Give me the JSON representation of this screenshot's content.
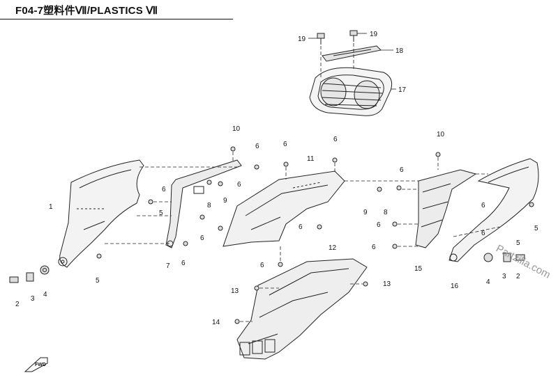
{
  "diagram": {
    "title": "F04-7塑料件Ⅶ/PLASTICS Ⅶ",
    "watermark": "Partzilla.com",
    "direction_arrow": "FWD",
    "callouts": [
      {
        "id": "c19a",
        "text": "19"
      },
      {
        "id": "c19b",
        "text": "19"
      },
      {
        "id": "c18",
        "text": "18"
      },
      {
        "id": "c17",
        "text": "17"
      },
      {
        "id": "c10a",
        "text": "10"
      },
      {
        "id": "c10b",
        "text": "10"
      },
      {
        "id": "c6a",
        "text": "6"
      },
      {
        "id": "c6b",
        "text": "6"
      },
      {
        "id": "c6c",
        "text": "6"
      },
      {
        "id": "c6d",
        "text": "6"
      },
      {
        "id": "c6e",
        "text": "6"
      },
      {
        "id": "c6f",
        "text": "6"
      },
      {
        "id": "c6g",
        "text": "6"
      },
      {
        "id": "c6h",
        "text": "6"
      },
      {
        "id": "c6i",
        "text": "6"
      },
      {
        "id": "c6j",
        "text": "6"
      },
      {
        "id": "c6k",
        "text": "6"
      },
      {
        "id": "c6l",
        "text": "6"
      },
      {
        "id": "c6m",
        "text": "6"
      },
      {
        "id": "c6n",
        "text": "6"
      },
      {
        "id": "c11",
        "text": "11"
      },
      {
        "id": "c1",
        "text": "1"
      },
      {
        "id": "c5a",
        "text": "5"
      },
      {
        "id": "c5b",
        "text": "5"
      },
      {
        "id": "c5c",
        "text": "5"
      },
      {
        "id": "c5d",
        "text": "5"
      },
      {
        "id": "c8a",
        "text": "8"
      },
      {
        "id": "c8b",
        "text": "8"
      },
      {
        "id": "c9a",
        "text": "9"
      },
      {
        "id": "c9b",
        "text": "9"
      },
      {
        "id": "c7",
        "text": "7"
      },
      {
        "id": "c2a",
        "text": "2"
      },
      {
        "id": "c2b",
        "text": "2"
      },
      {
        "id": "c3a",
        "text": "3"
      },
      {
        "id": "c3b",
        "text": "3"
      },
      {
        "id": "c4a",
        "text": "4"
      },
      {
        "id": "c4b",
        "text": "4"
      },
      {
        "id": "c12",
        "text": "12"
      },
      {
        "id": "c13a",
        "text": "13"
      },
      {
        "id": "c13b",
        "text": "13"
      },
      {
        "id": "c14",
        "text": "14"
      },
      {
        "id": "c15",
        "text": "15"
      },
      {
        "id": "c16",
        "text": "16"
      }
    ]
  }
}
